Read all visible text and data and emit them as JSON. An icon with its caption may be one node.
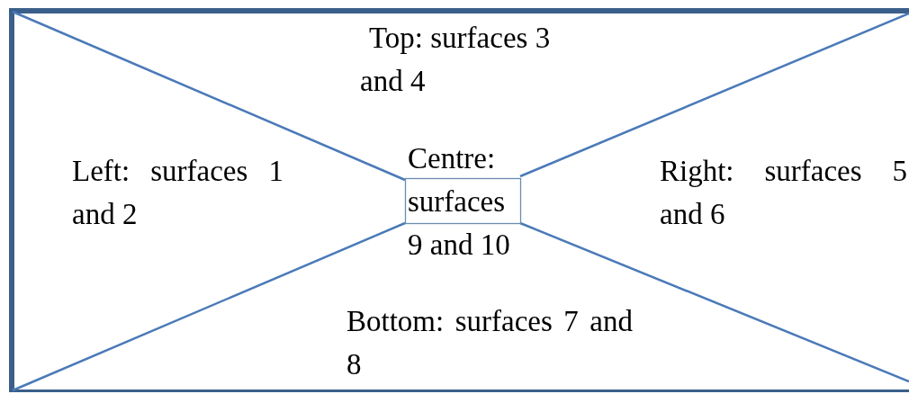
{
  "diagram": {
    "nodes": [
      {
        "text": [],
        "shape": "box"
      },
      {
        "text": [
          "Centre: surfaces 9 and 10"
        ],
        "in": 0
      }
    ],
    "labels": [
      "Top: surfaces 3 and 4",
      "Left: surfaces 1 and 2",
      "Right: surfaces 5 and 6",
      "Bottom: surfaces 7 and 8"
    ]
  }
}
